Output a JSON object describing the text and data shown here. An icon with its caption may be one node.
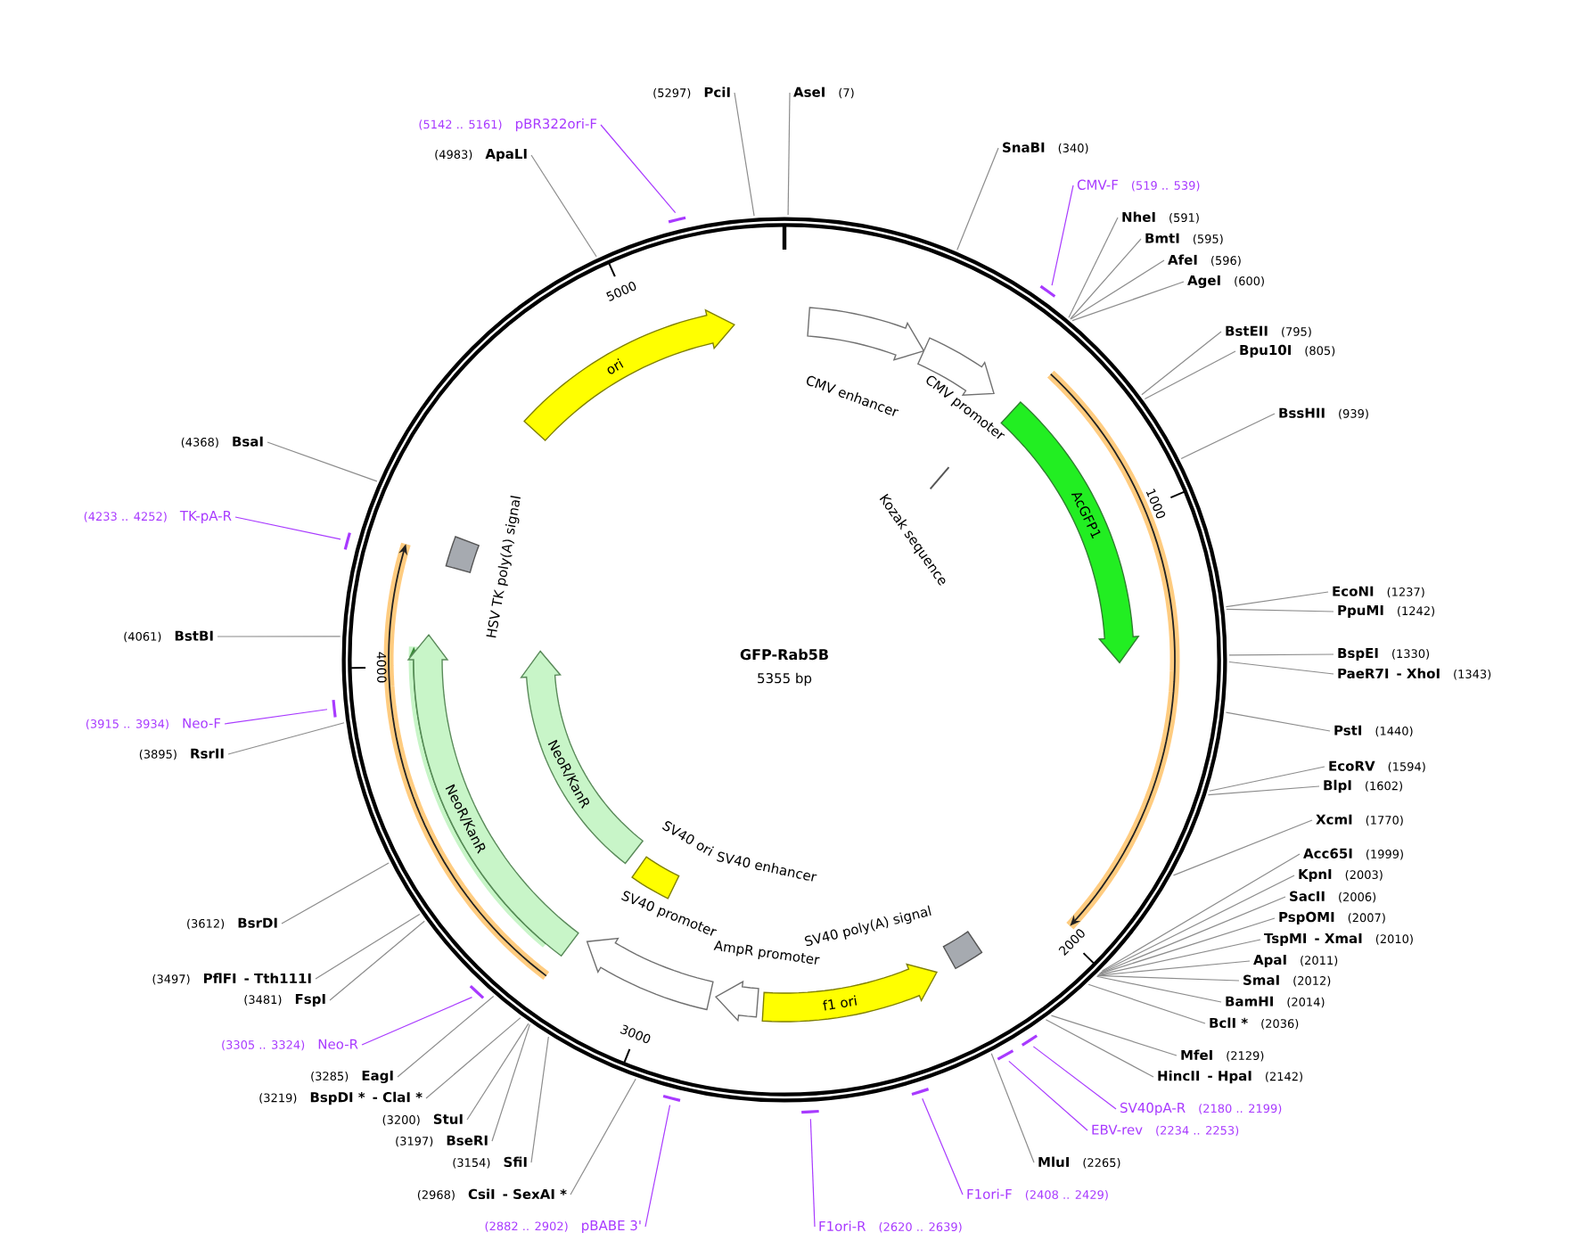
{
  "diagram": {
    "title": "GFP-Rab5B",
    "nodes": [
      {
        "text": [
          "ori"
        ]
      },
      {
        "text": [
          "CMV enhancer"
        ]
      },
      {
        "text": [
          "CMV promoter"
        ]
      },
      {
        "text": [
          "Kozak sequence"
        ]
      },
      {
        "text": [
          "AcGFP1"
        ]
      },
      {
        "text": [
          "SV40 poly(A) signal"
        ]
      },
      {
        "text": [
          "f1 ori"
        ]
      },
      {
        "text": [
          "AmpR promoter"
        ]
      },
      {
        "text": [
          "SV40 promoter"
        ]
      },
      {
        "text": [
          "SV40 enhancer"
        ]
      },
      {
        "text": [
          "SV40 ori"
        ]
      },
      {
        "text": [
          "NeoR/KanR"
        ]
      },
      {
        "text": [
          "NeoR/KanR"
        ]
      },
      {
        "text": [
          "HSV TK poly(A) signal"
        ]
      },
      {
        "text": [
          "AseI",
          "(7)"
        ]
      },
      {
        "text": [
          "SnaBI",
          "(340)"
        ]
      },
      {
        "text": [
          "CMV-F",
          "(519 .. 539)"
        ]
      },
      {
        "text": [
          "NheI",
          "(591)"
        ]
      },
      {
        "text": [
          "BmtI",
          "(595)"
        ]
      },
      {
        "text": [
          "AfeI",
          "(596)"
        ]
      },
      {
        "text": [
          "AgeI",
          "(600)"
        ]
      },
      {
        "text": [
          "BstEII",
          "(795)"
        ]
      },
      {
        "text": [
          "Bpu10I",
          "(805)"
        ]
      },
      {
        "text": [
          "BssHII",
          "(939)"
        ]
      },
      {
        "text": [
          "EcoNI",
          "(1237)"
        ]
      },
      {
        "text": [
          "PpuMI",
          "(1242)"
        ]
      },
      {
        "text": [
          "BspEI",
          "(1330)"
        ]
      },
      {
        "text": [
          "PaeR7I",
          "- XhoI",
          "(1343)"
        ]
      },
      {
        "text": [
          "PstI",
          "(1440)"
        ]
      },
      {
        "text": [
          "EcoRV",
          "(1594)"
        ]
      },
      {
        "text": [
          "BlpI",
          "(1602)"
        ]
      },
      {
        "text": [
          "XcmI",
          "(1770)"
        ]
      },
      {
        "text": [
          "Acc65I",
          "(1999)"
        ]
      },
      {
        "text": [
          "KpnI",
          "(2003)"
        ]
      },
      {
        "text": [
          "SacII",
          "(2006)"
        ]
      },
      {
        "text": [
          "PspOMI",
          "(2007)"
        ]
      },
      {
        "text": [
          "TspMI",
          "- XmaI",
          "(2010)"
        ]
      },
      {
        "text": [
          "ApaI",
          "(2011)"
        ]
      },
      {
        "text": [
          "SmaI",
          "(2012)"
        ]
      },
      {
        "text": [
          "BamHI",
          "(2014)"
        ]
      },
      {
        "text": [
          "BclI *",
          "(2036)"
        ]
      },
      {
        "text": [
          "MfeI",
          "(2129)"
        ]
      },
      {
        "text": [
          "HincII",
          "- HpaI",
          "(2142)"
        ]
      },
      {
        "text": [
          "SV40pA-R",
          "(2180 .. 2199)"
        ]
      },
      {
        "text": [
          "EBV-rev",
          "(2234 .. 2253)"
        ]
      },
      {
        "text": [
          "MluI",
          "(2265)"
        ]
      },
      {
        "text": [
          "F1ori-F",
          "(2408 .. 2429)"
        ]
      },
      {
        "text": [
          "F1ori-R",
          "(2620 .. 2639)"
        ]
      },
      {
        "text": [
          "(2882 .. 2902)",
          "pBABE 3'"
        ]
      },
      {
        "text": [
          "(2968)",
          "CsiI",
          "- SexAI *"
        ]
      },
      {
        "text": [
          "(3154)",
          "SfiI"
        ]
      },
      {
        "text": [
          "(3197)",
          "BseRI"
        ]
      },
      {
        "text": [
          "(3200)",
          "StuI"
        ]
      },
      {
        "text": [
          "(3219)",
          "BspDI *",
          "- ClaI *"
        ]
      },
      {
        "text": [
          "(3285)",
          "EagI"
        ]
      },
      {
        "text": [
          "(3305 .. 3324)",
          "Neo-R"
        ]
      },
      {
        "text": [
          "(3481)",
          "FspI"
        ]
      },
      {
        "text": [
          "(3497)",
          "PflFI",
          "- Tth111I"
        ]
      },
      {
        "text": [
          "(3612)",
          "BsrDI"
        ]
      },
      {
        "text": [
          "(3895)",
          "RsrII"
        ]
      },
      {
        "text": [
          "(3915 .. 3934)",
          "Neo-F"
        ]
      },
      {
        "text": [
          "(4061)",
          "BstBI"
        ]
      },
      {
        "text": [
          "(4233 .. 4252)",
          "TK-pA-R"
        ]
      },
      {
        "text": [
          "(4368)",
          "BsaI"
        ]
      },
      {
        "text": [
          "(4983)",
          "ApaLI"
        ]
      },
      {
        "text": [
          "(5142 .. 5161)",
          "pBR322ori-F"
        ]
      },
      {
        "text": [
          "(5297)",
          "PciI"
        ]
      }
    ],
    "edges": [
      {
        "from": 14,
        "to": null,
        "arrow": "none"
      },
      {
        "from": 15,
        "to": null,
        "arrow": "none"
      },
      {
        "from": 16,
        "to": null,
        "arrow": "none",
        "color": "#a83aff"
      },
      {
        "from": 17,
        "to": null,
        "arrow": "none"
      },
      {
        "from": 18,
        "to": null,
        "arrow": "none"
      },
      {
        "from": 19,
        "to": null,
        "arrow": "none"
      },
      {
        "from": 20,
        "to": null,
        "arrow": "none"
      },
      {
        "from": 21,
        "to": null,
        "arrow": "none"
      },
      {
        "from": 22,
        "to": null,
        "arrow": "none"
      },
      {
        "from": 23,
        "to": null,
        "arrow": "none"
      },
      {
        "from": 24,
        "to": null,
        "arrow": "none"
      },
      {
        "from": 25,
        "to": null,
        "arrow": "none"
      },
      {
        "from": 26,
        "to": null,
        "arrow": "none"
      },
      {
        "from": 27,
        "to": null,
        "arrow": "none"
      },
      {
        "from": 28,
        "to": null,
        "arrow": "none"
      },
      {
        "from": 29,
        "to": null,
        "arrow": "none"
      },
      {
        "from": 30,
        "to": null,
        "arrow": "none"
      },
      {
        "from": 31,
        "to": null,
        "arrow": "none"
      },
      {
        "from": 32,
        "to": null,
        "arrow": "none"
      },
      {
        "from": 33,
        "to": null,
        "arrow": "none"
      },
      {
        "from": 34,
        "to": null,
        "arrow": "none"
      },
      {
        "from": 35,
        "to": null,
        "arrow": "none"
      },
      {
        "from": 36,
        "to": null,
        "arrow": "none"
      },
      {
        "from": 37,
        "to": null,
        "arrow": "none"
      },
      {
        "from": 38,
        "to": null,
        "arrow": "none"
      },
      {
        "from": 39,
        "to": null,
        "arrow": "none"
      },
      {
        "from": 40,
        "to": null,
        "arrow": "none"
      },
      {
        "from": 41,
        "to": null,
        "arrow": "none"
      },
      {
        "from": 42,
        "to": null,
        "arrow": "none"
      },
      {
        "from": 43,
        "to": null,
        "arrow": "none",
        "color": "#a83aff"
      },
      {
        "from": 44,
        "to": null,
        "arrow": "none",
        "color": "#a83aff"
      },
      {
        "from": 45,
        "to": null,
        "arrow": "none"
      },
      {
        "from": 46,
        "to": null,
        "arrow": "none",
        "color": "#a83aff"
      },
      {
        "from": 47,
        "to": null,
        "arrow": "none",
        "color": "#a83aff"
      },
      {
        "from": 48,
        "to": null,
        "arrow": "none",
        "color": "#a83aff"
      },
      {
        "from": 49,
        "to": null,
        "arrow": "none"
      },
      {
        "from": 50,
        "to": null,
        "arrow": "none"
      },
      {
        "from": 51,
        "to": null,
        "arrow": "none"
      },
      {
        "from": 52,
        "to": null,
        "arrow": "none"
      },
      {
        "from": 53,
        "to": null,
        "arrow": "none"
      },
      {
        "from": 54,
        "to": null,
        "arrow": "none"
      },
      {
        "from": 55,
        "to": null,
        "arrow": "none",
        "color": "#a83aff"
      },
      {
        "from": 56,
        "to": null,
        "arrow": "none"
      },
      {
        "from": 57,
        "to": null,
        "arrow": "none"
      },
      {
        "from": 58,
        "to": null,
        "arrow": "none"
      },
      {
        "from": 59,
        "to": null,
        "arrow": "none"
      },
      {
        "from": 60,
        "to": null,
        "arrow": "none",
        "color": "#a83aff"
      },
      {
        "from": 61,
        "to": null,
        "arrow": "none"
      },
      {
        "from": 62,
        "to": null,
        "arrow": "none",
        "color": "#a83aff"
      },
      {
        "from": 63,
        "to": null,
        "arrow": "none"
      },
      {
        "from": 64,
        "to": null,
        "arrow": "none"
      },
      {
        "from": 65,
        "to": null,
        "arrow": "none",
        "color": "#a83aff"
      },
      {
        "from": 66,
        "to": null,
        "arrow": "none"
      }
    ],
    "labels": [
      "5355 bp",
      "1000",
      "2000",
      "3000",
      "4000",
      "5000"
    ]
  }
}
